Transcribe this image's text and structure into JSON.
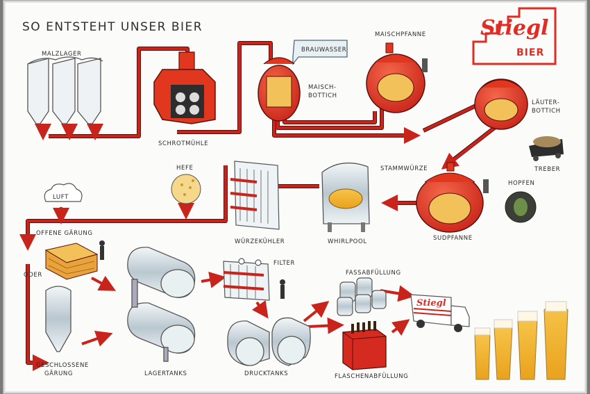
{
  "title": "SO ENTSTEHT UNSER BIER",
  "brand": {
    "logo": "Stiegl",
    "sub": "BIER",
    "color": "#e22b22"
  },
  "colors": {
    "pipe": "#c8241c",
    "vessel": "#e2371f",
    "board": "#ffffff"
  },
  "stations": {
    "malzlager": "MALZLAGER",
    "schrotmuehle": "SCHROTMÜHLE",
    "brauwasser": "BRAUWASSER",
    "maischbottich_1": "MAISCH-",
    "maischbottich_2": "BOTTICH",
    "maischpfanne": "MAISCHPFANNE",
    "laeuterbottich_1": "LÄUTER-",
    "laeuterbottich_2": "BOTTICH",
    "treber": "TREBER",
    "stammwuerze": "STAMMWÜRZE",
    "hopfen": "HOPFEN",
    "sudpfanne": "SUDPFANNE",
    "whirlpool": "WHIRLPOOL",
    "wuerzekuehler": "WÜRZEKÜHLER",
    "hefe": "HEFE",
    "luft": "LUFT",
    "offene_gaerung": "OFFENE GÄRUNG",
    "oder": "ODER",
    "geschlossene_1": "GESCHLOSSENE",
    "geschlossene_2": "GÄRUNG",
    "lagertanks": "LAGERTANKS",
    "filter": "FILTER",
    "drucktanks": "DRUCKTANKS",
    "fassabfuellung": "FASSABFÜLLUNG",
    "flaschenabfuellung": "FLASCHENABFÜLLUNG",
    "truck_logo": "Stiegl"
  }
}
